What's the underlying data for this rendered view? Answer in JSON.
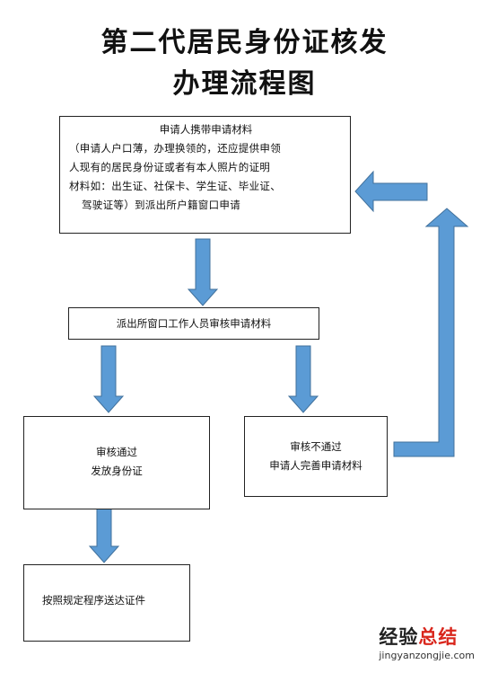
{
  "title": {
    "line1": "第二代居民身份证核发",
    "line2": "办理流程图"
  },
  "nodes": {
    "apply": {
      "lines": [
        "申请人携带申请材料",
        "（申请人户口薄，办理换领的，还应提供申领",
        "人现有的居民身份证或者有本人照片的证明",
        "材料如：出生证、社保卡、学生证、毕业证、",
        "驾驶证等）到派出所户籍窗口申请"
      ]
    },
    "review": {
      "text": "派出所窗口工作人员审核申请材料"
    },
    "pass": {
      "lines": [
        "审核通过",
        "发放身份证"
      ]
    },
    "fail": {
      "lines": [
        "审核不通过",
        "申请人完善申请材料"
      ]
    },
    "deliver": {
      "text": "按照规定程序送达证件"
    }
  },
  "watermark": {
    "brand_black": "经验",
    "brand_red": "总结",
    "url": "jingyanzongjie.com"
  },
  "colors": {
    "arrow_fill": "#5b9bd5",
    "arrow_stroke": "#41719c",
    "border": "#222222"
  }
}
